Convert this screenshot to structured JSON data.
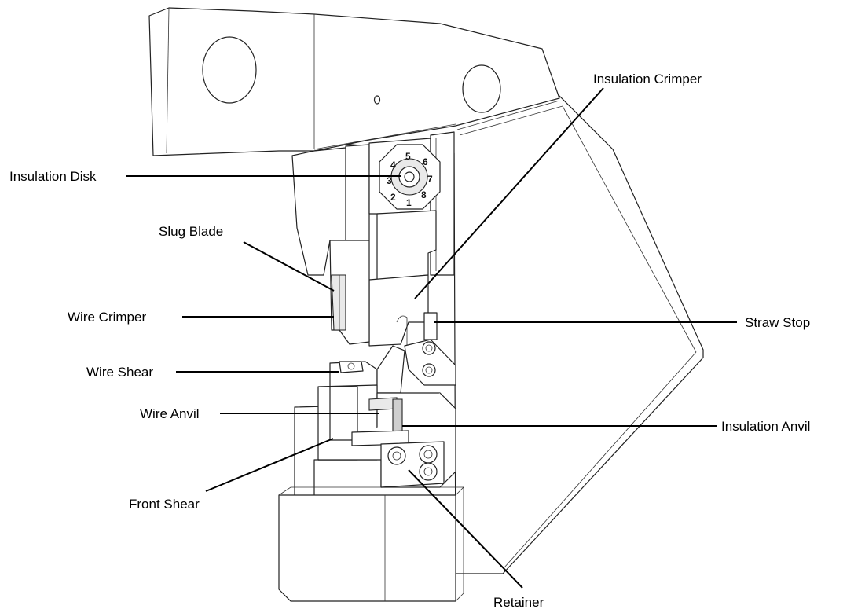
{
  "labels": {
    "insulation_crimper": "Insulation Crimper",
    "insulation_disk": "Insulation Disk",
    "slug_blade": "Slug Blade",
    "wire_crimper": "Wire Crimper",
    "straw_stop": "Straw Stop",
    "wire_shear": "Wire Shear",
    "wire_anvil": "Wire Anvil",
    "insulation_anvil": "Insulation Anvil",
    "front_shear": "Front Shear",
    "retainer": "Retainer"
  },
  "disk_numbers": [
    "3",
    "4",
    "5",
    "6",
    "7",
    "8",
    "1",
    "2"
  ],
  "colors": {
    "line": "#000000",
    "background": "#ffffff"
  }
}
